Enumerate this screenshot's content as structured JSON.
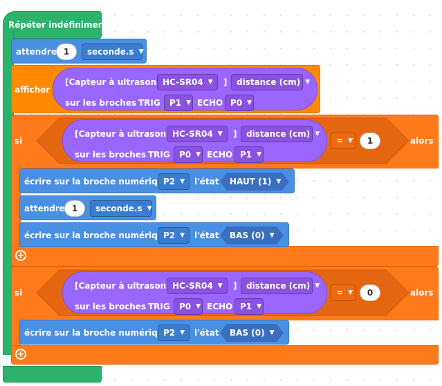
{
  "repeat_label": "Répéter indéfiniment",
  "wait1": {
    "label": "attendre",
    "value": "1",
    "unit": "seconde.s"
  },
  "display": {
    "label": "afficher",
    "sensor": "[Capteur à ultrasons",
    "model": "HC-SR04",
    "bracket": "]",
    "measure": "distance (cm)",
    "pins_label": "sur les broches",
    "trig_label": "TRIG",
    "trig": "P1",
    "echo_label": "ECHO",
    "echo": "P0"
  },
  "if1": {
    "label": "si",
    "sensor": "[Capteur à ultrasons",
    "model": "HC-SR04",
    "bracket": "]",
    "measure": "distance (cm)",
    "pins_label": "sur les broches",
    "trig_label": "TRIG",
    "trig": "P0",
    "echo_label": "ECHO",
    "echo": "P1",
    "op": "=",
    "value": "1",
    "then": "alors"
  },
  "write1": {
    "label": "écrire sur la broche numérique",
    "pin": "P2",
    "state_label": "l'état",
    "state": "HAUT (1)"
  },
  "wait2": {
    "label": "attendre",
    "value": "1",
    "unit": "seconde.s"
  },
  "write2": {
    "label": "écrire sur la broche numérique",
    "pin": "P2",
    "state_label": "l'état",
    "state": "BAS (0)"
  },
  "if2": {
    "label": "si",
    "sensor": "[Capteur à ultrasons",
    "model": "HC-SR04",
    "bracket": "]",
    "measure": "distance (cm)",
    "pins_label": "sur les broches",
    "trig_label": "TRIG",
    "trig": "P0",
    "echo_label": "ECHO",
    "echo": "P1",
    "op": "=",
    "value": "0",
    "then": "alors"
  },
  "write3": {
    "label": "écrire sur la broche numérique",
    "pin": "P2",
    "state_label": "l'état",
    "state": "BAS (0)"
  },
  "icons": {
    "plus": "plus-circle-icon",
    "caret": "caret-down-icon"
  },
  "colors": {
    "control_green": "#2bb36b",
    "wait_blue": "#4a90e2",
    "display_orange": "#ff8a00",
    "if_orange": "#ff7a1a",
    "sensor_purple": "#9966ff"
  }
}
